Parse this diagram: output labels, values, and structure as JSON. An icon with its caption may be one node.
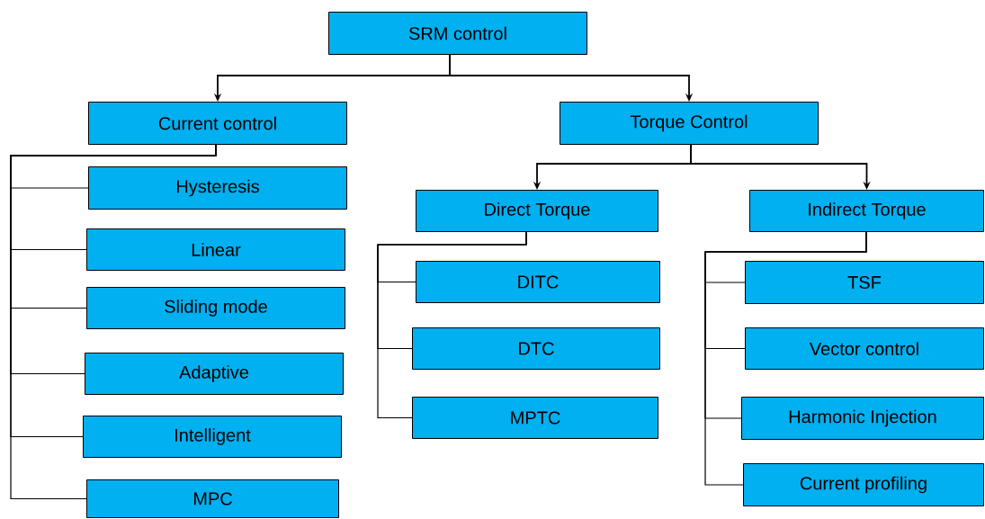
{
  "diagram": {
    "nodes": [
      {
        "text": [
          "SRM control"
        ]
      },
      {
        "text": [
          "Current control"
        ]
      },
      {
        "text": [
          "Torque Control"
        ]
      },
      {
        "text": [
          "Hysteresis"
        ]
      },
      {
        "text": [
          "Linear"
        ]
      },
      {
        "text": [
          "Sliding mode"
        ]
      },
      {
        "text": [
          "Adaptive"
        ]
      },
      {
        "text": [
          "Intelligent"
        ]
      },
      {
        "text": [
          "MPC"
        ]
      },
      {
        "text": [
          "Direct Torque"
        ]
      },
      {
        "text": [
          "Indirect Torque"
        ]
      },
      {
        "text": [
          "DITC"
        ]
      },
      {
        "text": [
          "DTC"
        ]
      },
      {
        "text": [
          "MPTC"
        ]
      },
      {
        "text": [
          "TSF"
        ]
      },
      {
        "text": [
          "Vector control"
        ]
      },
      {
        "text": [
          "Harmonic Injection"
        ]
      },
      {
        "text": [
          "Current profiling"
        ]
      }
    ],
    "edges": [
      {
        "from": 0,
        "to": 1,
        "arrow": "to"
      },
      {
        "from": 0,
        "to": 2,
        "arrow": "to"
      },
      {
        "from": 1,
        "to": 3,
        "arrow": "none"
      },
      {
        "from": 1,
        "to": 4,
        "arrow": "none"
      },
      {
        "from": 1,
        "to": 5,
        "arrow": "none"
      },
      {
        "from": 1,
        "to": 6,
        "arrow": "none"
      },
      {
        "from": 1,
        "to": 7,
        "arrow": "none"
      },
      {
        "from": 1,
        "to": 8,
        "arrow": "none"
      },
      {
        "from": 2,
        "to": 9,
        "arrow": "to"
      },
      {
        "from": 2,
        "to": 10,
        "arrow": "to"
      },
      {
        "from": 9,
        "to": 11,
        "arrow": "none"
      },
      {
        "from": 9,
        "to": 12,
        "arrow": "none"
      },
      {
        "from": 9,
        "to": 13,
        "arrow": "none"
      },
      {
        "from": 10,
        "to": 14,
        "arrow": "none"
      },
      {
        "from": 10,
        "to": 15,
        "arrow": "none"
      },
      {
        "from": 10,
        "to": 16,
        "arrow": "none"
      },
      {
        "from": 10,
        "to": 17,
        "arrow": "none"
      }
    ]
  }
}
